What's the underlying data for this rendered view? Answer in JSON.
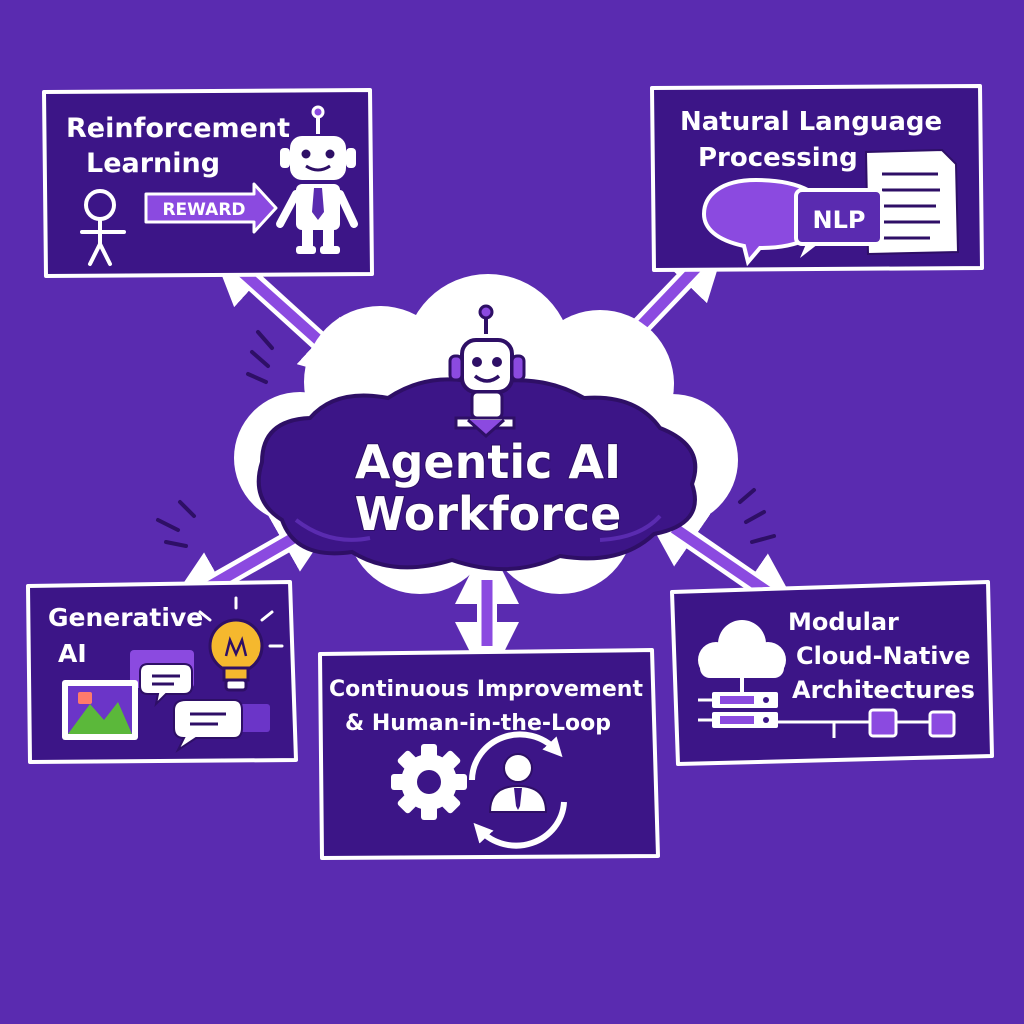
{
  "diagram": {
    "center": {
      "title_line1": "Agentic AI",
      "title_line2": "Workforce"
    },
    "nodes": {
      "reinforcement": {
        "title_line1": "Reinforcement",
        "title_line2": "Learning",
        "tag": "REWARD"
      },
      "nlp": {
        "title_line1": "Natural Language",
        "title_line2": "Processing",
        "tag": "NLP"
      },
      "generative": {
        "title_line1": "Generative",
        "title_line2": "AI"
      },
      "continuous": {
        "title_line1": "Continuous Improvement",
        "title_line2": "& Human-in-the-Loop"
      },
      "modular": {
        "title_line1": "Modular",
        "title_line2": "Cloud-Native",
        "title_line3": "Architectures"
      }
    }
  },
  "colors": {
    "background": "#5a2bb0",
    "panel": "#3c1587",
    "accent": "#8b4ae0",
    "bulb": "#f5b82e"
  }
}
